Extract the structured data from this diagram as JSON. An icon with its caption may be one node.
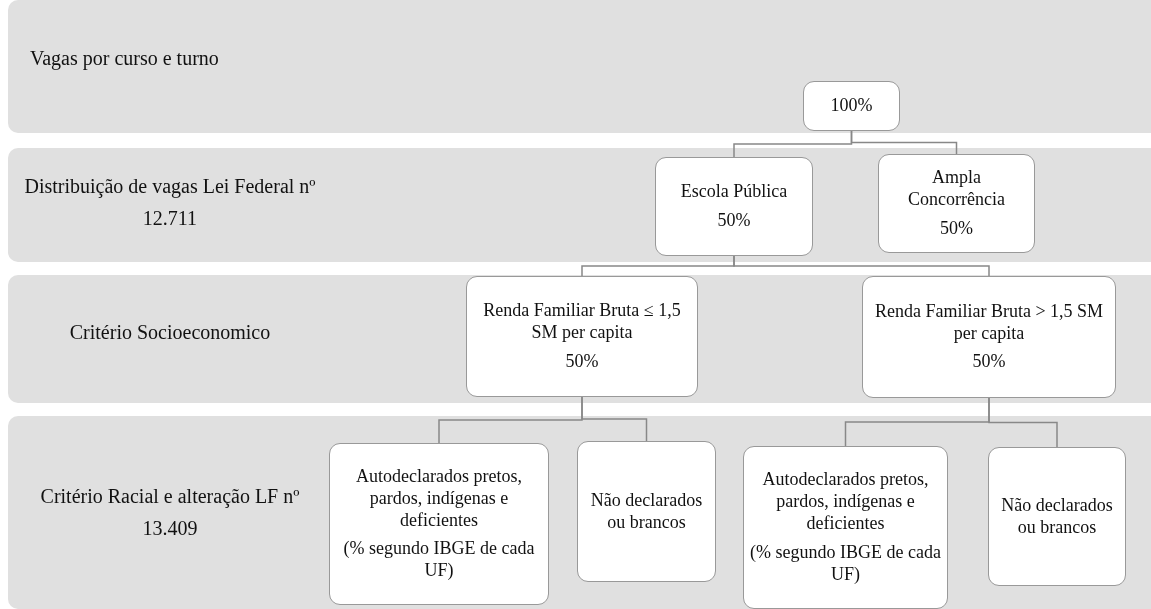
{
  "diagram": {
    "nodes": [
      {
        "text": [
          "Vagas por curso e turno"
        ]
      },
      {
        "text": [
          "100%"
        ],
        "in": 0
      },
      {
        "text": [
          "Distribuição de vagas Lei Federal nº 12.711"
        ]
      },
      {
        "text": [
          "Escola Pública",
          "50%"
        ],
        "in": 2
      },
      {
        "text": [
          "Ampla Concorrência",
          "50%"
        ],
        "in": 2
      },
      {
        "text": [
          "Critério Socioeconomico"
        ]
      },
      {
        "text": [
          "Renda Familiar Bruta ≤ 1,5 SM per capita",
          "50%"
        ],
        "in": 5
      },
      {
        "text": [
          "Renda Familiar Bruta > 1,5 SM per capita",
          "50%"
        ],
        "in": 5
      },
      {
        "text": [
          "Critério Racial e alteração LF nº 13.409"
        ]
      },
      {
        "text": [
          "Autodeclarados pretos, pardos, indígenas e deficientes",
          "(% segundo IBGE de cada UF)"
        ],
        "in": 8
      },
      {
        "text": [
          "Não declarados ou brancos"
        ],
        "in": 8
      },
      {
        "text": [
          "Autodeclarados pretos, pardos, indígenas e deficientes",
          "(% segundo IBGE de cada UF)"
        ],
        "in": 8
      },
      {
        "text": [
          "Não declarados ou brancos"
        ],
        "in": 8
      }
    ],
    "edges": [
      {
        "from": 1,
        "to": 3,
        "arrow": "none"
      },
      {
        "from": 1,
        "to": 4,
        "arrow": "none"
      },
      {
        "from": 3,
        "to": 6,
        "arrow": "none"
      },
      {
        "from": 3,
        "to": 7,
        "arrow": "none"
      },
      {
        "from": 6,
        "to": 9,
        "arrow": "none"
      },
      {
        "from": 6,
        "to": 10,
        "arrow": "none"
      },
      {
        "from": 7,
        "to": 11,
        "arrow": "none"
      },
      {
        "from": 7,
        "to": 12,
        "arrow": "none"
      }
    ]
  }
}
